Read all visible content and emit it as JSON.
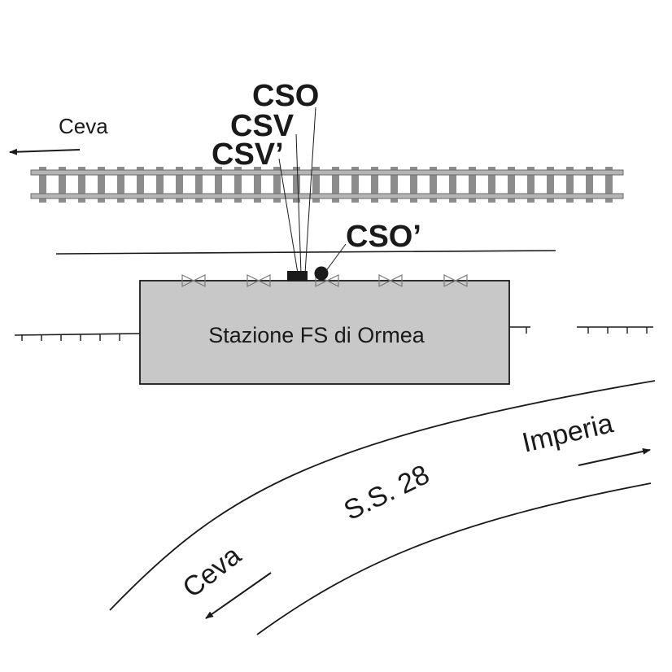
{
  "rail": {
    "direction_label": "Ceva"
  },
  "station": {
    "label": "Stazione FS di Ormea"
  },
  "instruments": {
    "cso": "CSO",
    "csv": "CSV",
    "csv_prime": "CSV’",
    "cso_prime": "CSO’"
  },
  "road": {
    "name": "S.S. 28",
    "toward_imperia": "Imperia",
    "toward_ceva": "Ceva"
  },
  "colors": {
    "line": "#1a1a1a",
    "station_fill": "#c8c8c8",
    "sleeper": "#8c8c8c",
    "rail": "#aaaaaa"
  }
}
